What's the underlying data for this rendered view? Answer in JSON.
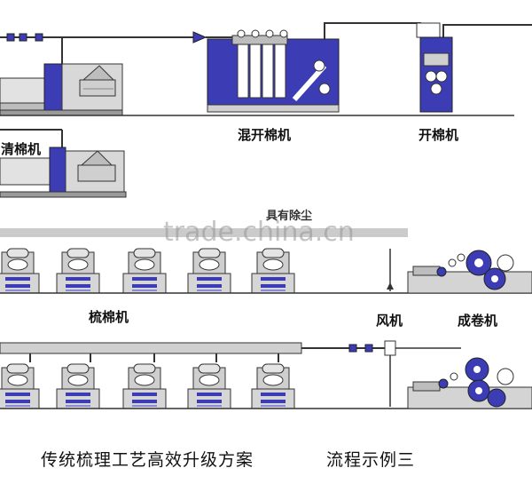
{
  "labels": {
    "hunkai": "混开棉机",
    "kaimian": "开棉机",
    "qingmian_partial": "清棉机",
    "shumian": "梳棉机",
    "fengji": "风机",
    "chengjuan": "成卷机",
    "partial_top": "具有除尘"
  },
  "caption": {
    "left": "传统梳理工艺高效升级方案",
    "right": "流程示例三"
  },
  "watermark": "trade.china.cn",
  "colors": {
    "machine_blue": "#3c3cb4",
    "frame_gray": "#d4d4d4",
    "outline": "#333333",
    "hood": "#bcbcbc"
  }
}
